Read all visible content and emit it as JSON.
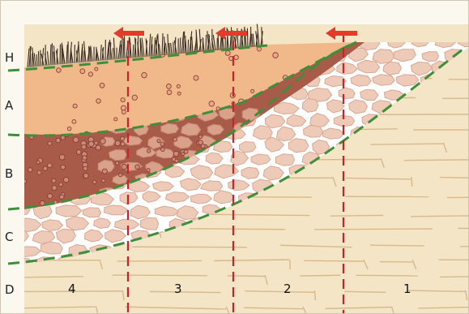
{
  "diagram": {
    "horizon_labels": [
      "H",
      "A",
      "B",
      "C",
      "D"
    ],
    "zone_labels": [
      "4",
      "3",
      "2",
      "1"
    ],
    "arrow_count": 3,
    "colors": {
      "bedrock": "#f3e5c5",
      "bedrock_crack": "#d9b98a",
      "rock_fragment": "#eecbb8",
      "rock_fragment_edge": "#d9a792",
      "horizon_A": "#f1b98a",
      "horizon_B": "#a85b48",
      "boundary_line": "#3f8f3a",
      "zone_line": "#c8232a",
      "arrow": "#e33a2c",
      "vegetation": "#3a2a22"
    }
  }
}
